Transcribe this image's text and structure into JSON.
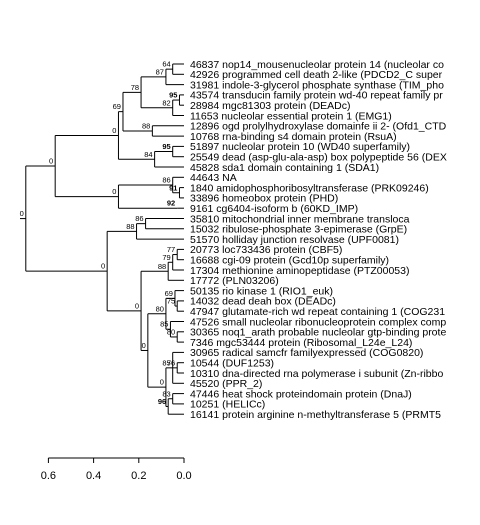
{
  "scale_axis": {
    "ticks": [
      0.6,
      0.4,
      0.2,
      0.0
    ],
    "tick_labels": [
      "0.6",
      "0.4",
      "0.2",
      "0.0"
    ]
  },
  "tree": {
    "label": "0",
    "d": 0.7,
    "c": [
      {
        "label": "0",
        "d": 0.57,
        "c": [
          {
            "label": "0",
            "d": 0.29,
            "c": [
              {
                "label": "69",
                "d": 0.27,
                "c": [
                  {
                    "label": "78",
                    "d": 0.19,
                    "c": [
                      {
                        "label": "87",
                        "d": 0.08,
                        "c": [
                          {
                            "label": "64",
                            "d": 0.05,
                            "c": [
                              {
                                "leaf": "46837 nop14_mousenucleolar protein 14 (nucleolar co"
                              },
                              {
                                "leaf": "42926 programmed cell death 2-like (PDCD2_C super"
                              }
                            ]
                          },
                          {
                            "leaf": "31981 indole-3-glycerol phosphate synthase (TIM_pho"
                          }
                        ]
                      },
                      {
                        "label": "82",
                        "d": 0.05,
                        "c": [
                          {
                            "label": "95",
                            "bold": true,
                            "d": 0.02,
                            "c": [
                              {
                                "leaf": "43574 transducin family protein wd-40 repeat family pr"
                              },
                              {
                                "leaf": "28984 mgc81303 protein (DEADc)"
                              }
                            ]
                          },
                          {
                            "leaf": "11653 nucleolar essential protein 1 (EMG1)"
                          }
                        ]
                      }
                    ]
                  },
                  {
                    "label": "88",
                    "d": 0.14,
                    "c": [
                      {
                        "leaf": "12896 ogd prolylhydroxylase domainfe ii 2- (Ofd1_CTD"
                      },
                      {
                        "leaf": "10768 rna-binding s4 domain protein (RsuA)"
                      }
                    ]
                  }
                ]
              },
              {
                "label": "84",
                "d": 0.13,
                "c": [
                  {
                    "label": "95",
                    "bold": true,
                    "d": 0.05,
                    "c": [
                      {
                        "leaf": "51897 nucleolar protein 10 (WD40 superfamily)"
                      },
                      {
                        "leaf": "25549 dead (asp-glu-ala-asp) box polypeptide 56 (DEX"
                      }
                    ]
                  },
                  {
                    "leaf": "45828 sda1 domain containing 1 (SDA1)"
                  }
                ]
              }
            ]
          },
          {
            "label": "0",
            "d": 0.29,
            "c": [
              {
                "label": "86",
                "d": 0.05,
                "c": [
                  {
                    "leaf": "44643 NA"
                  },
                  {
                    "label": "91",
                    "bold": true,
                    "d": 0.02,
                    "c": [
                      {
                        "leaf": "1840 amidophosphoribosyltransferase (PRK09246)"
                      },
                      {
                        "leaf": "33896 homeobox protein (PHD)"
                      }
                    ]
                  }
                ]
              },
              {
                "label": "92",
                "bold": true,
                "d": 0.03,
                "c": [
                  {
                    "leaf": "9161 cg6404-isoform b (60KD_IMP)"
                  }
                ]
              }
            ]
          }
        ]
      },
      {
        "label": "0",
        "d": 0.34,
        "c": [
          {
            "label": "88",
            "d": 0.21,
            "c": [
              {
                "label": "86",
                "d": 0.17,
                "c": [
                  {
                    "leaf": "35810 mitochondrial inner membrane transloca"
                  },
                  {
                    "leaf": "15032 ribulose-phosphate 3-epimerase (GrpE)"
                  }
                ]
              },
              {
                "leaf": "51570 holliday junction resolvase (UPF0081)"
              }
            ]
          },
          {
            "label": "0",
            "d": 0.19,
            "c": [
              {
                "label": "88",
                "d": 0.07,
                "c": [
                  {
                    "label": "79",
                    "d": 0.05,
                    "c": [
                      {
                        "label": "77",
                        "d": 0.03,
                        "c": [
                          {
                            "leaf": "20773 loc733436 protein (CBF5)"
                          },
                          {
                            "leaf": "16688 cgi-09 protein (Gcd10p superfamily)"
                          }
                        ]
                      },
                      {
                        "leaf": "17304 methionine aminopeptidase (PTZ00053)"
                      }
                    ]
                  },
                  {
                    "leaf": "17772 (PLN03206)"
                  }
                ]
              },
              {
                "label": "0",
                "d": 0.16,
                "c": [
                  {
                    "label": "80",
                    "d": 0.08,
                    "c": [
                      {
                        "label": "69",
                        "d": 0.04,
                        "c": [
                          {
                            "leaf": "50135 rio kinase 1 (RIO1_euk)"
                          },
                          {
                            "label": "75",
                            "d": 0.03,
                            "c": [
                              {
                                "leaf": "14032 dead deah box (DEADc)"
                              },
                              {
                                "leaf": "47947 glutamate-rich wd repeat containing 1 (COG231"
                              }
                            ]
                          }
                        ]
                      },
                      {
                        "label": "85",
                        "d": 0.06,
                        "c": [
                          {
                            "leaf": "47526 small nucleolar ribonucleoprotein complex comp"
                          },
                          {
                            "label": "80",
                            "d": 0.03,
                            "c": [
                              {
                                "leaf": "30365 noq1_arath probable nucleolar gtp-binding prote"
                              },
                              {
                                "leaf": "7346 mgc53444 protein (Ribosomal_L24e_L24)"
                              }
                            ]
                          }
                        ]
                      }
                    ]
                  },
                  {
                    "label": "0",
                    "d": 0.08,
                    "c": [
                      {
                        "label": "85",
                        "d": 0.05,
                        "c": [
                          {
                            "leaf": "30965 radical samcfr familyexpressed (COG0820)"
                          },
                          {
                            "label": "76",
                            "d": 0.03,
                            "c": [
                              {
                                "leaf": "10544 (DUF1253)"
                              },
                              {
                                "leaf": "10310 dna-directed rna polymerase i subunit (Zn-ribbo"
                              }
                            ]
                          },
                          {
                            "leaf": "45520 (PPR_2)"
                          }
                        ]
                      },
                      {
                        "label": "96",
                        "bold": true,
                        "d": 0.07,
                        "c": [
                          {
                            "label": "83",
                            "d": 0.05,
                            "c": [
                              {
                                "leaf": "47446 heat shock proteindomain protein (DnaJ)"
                              },
                              {
                                "leaf": "10251 (HELICc)"
                              }
                            ]
                          },
                          {
                            "leaf": "16141 protein arginine n-methyltransferase 5 (PRMT5"
                          }
                        ]
                      }
                    ]
                  }
                ]
              }
            ]
          }
        ]
      }
    ]
  }
}
